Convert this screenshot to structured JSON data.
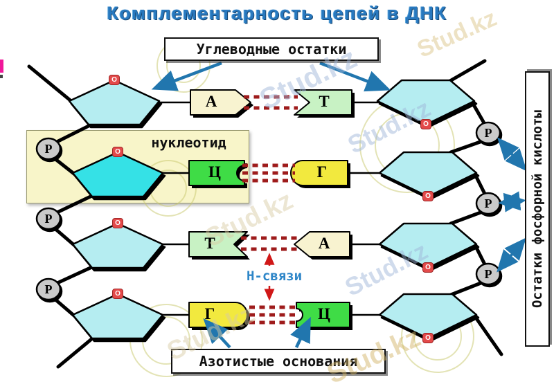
{
  "title": "Комплементарность цепей в ДНК",
  "labels": {
    "sugar_residues": "Углеводные остатки",
    "nitrogenous_bases": "Азотистые основания",
    "phosphate_residues": "Остатки фосфорной кислоты",
    "nucleotide": "нуклеотид",
    "hydrogen_bonds": "Н-связи"
  },
  "atoms": {
    "oxygen": "O",
    "phosphorus": "P"
  },
  "pairs": [
    {
      "left": "А",
      "right": "Т",
      "bonds": 2
    },
    {
      "left": "Ц",
      "right": "Г",
      "bonds": 3
    },
    {
      "left": "Т",
      "right": "А",
      "bonds": 2
    },
    {
      "left": "Г",
      "right": "Ц",
      "bonds": 3
    }
  ],
  "watermark": {
    "text": "Stud.kz"
  },
  "colors": {
    "title_blue": "#2878BE",
    "sugar_light": "#B5EDF1",
    "sugar_highlight": "#35E1E6",
    "base_adenine": "#F8F3D0",
    "base_thymine": "#C8F2C4",
    "base_cytosine": "#3FDC46",
    "base_guanine": "#F2E93E",
    "hydrogen_bond_red": "#9E1B1B",
    "arrow_blue": "#2176AE",
    "phosphate_gray": "#CACACA",
    "nucleotide_box": "#F8F5C9"
  }
}
